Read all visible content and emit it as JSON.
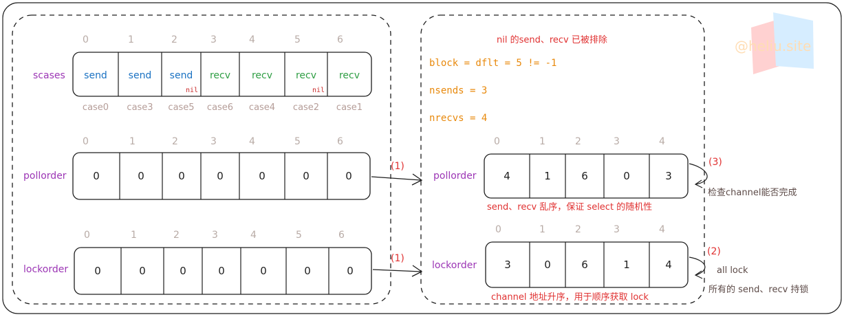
{
  "scases": {
    "label": "scases",
    "indices": [
      "0",
      "1",
      "2",
      "3",
      "4",
      "5",
      "6"
    ],
    "cells": [
      {
        "text": "send",
        "color": "#1971c2",
        "nil": ""
      },
      {
        "text": "send",
        "color": "#1971c2",
        "nil": ""
      },
      {
        "text": "send",
        "color": "#1971c2",
        "nil": "nil"
      },
      {
        "text": "recv",
        "color": "#2f9e44",
        "nil": ""
      },
      {
        "text": "recv",
        "color": "#2f9e44",
        "nil": ""
      },
      {
        "text": "recv",
        "color": "#2f9e44",
        "nil": "nil"
      },
      {
        "text": "recv",
        "color": "#2f9e44",
        "nil": ""
      }
    ],
    "cases": [
      "case0",
      "case3",
      "case5",
      "case6",
      "case4",
      "case2",
      "case1"
    ]
  },
  "pollorder_left": {
    "label": "pollorder",
    "indices": [
      "0",
      "1",
      "2",
      "3",
      "4",
      "5",
      "6"
    ],
    "values": [
      "0",
      "0",
      "0",
      "0",
      "0",
      "0",
      "0"
    ]
  },
  "lockorder_left": {
    "label": "lockorder",
    "indices": [
      "0",
      "1",
      "2",
      "3",
      "4",
      "5",
      "6"
    ],
    "values": [
      "0",
      "0",
      "0",
      "0",
      "0",
      "0",
      "0"
    ]
  },
  "right": {
    "title": "nil 的send、recv 已被排除",
    "block_line": "block = dflt = 5 != -1",
    "nsends_line": "nsends = 3",
    "nrecvs_line": "nrecvs = 4",
    "pollorder": {
      "label": "pollorder",
      "indices": [
        "0",
        "1",
        "2",
        "3",
        "4"
      ],
      "values": [
        "4",
        "1",
        "6",
        "0",
        "3"
      ],
      "caption": "send、recv 乱序，保证 select 的随机性"
    },
    "lockorder": {
      "label": "lockorder",
      "indices": [
        "0",
        "1",
        "2",
        "3",
        "4"
      ],
      "values": [
        "3",
        "0",
        "6",
        "1",
        "4"
      ],
      "caption": "channel 地址升序，用于顺序获取 lock"
    }
  },
  "arrows": {
    "poll_step": "(1)",
    "lock_step": "(1)"
  },
  "annotations": {
    "step3": "(3)",
    "step3_text": "检查channel能否完成",
    "step2": "(2)",
    "step2_text": "all lock",
    "step2_subtext": "所有的 send、recv 持锁"
  },
  "watermark": "@heliu.site",
  "colors": {
    "label_purple": "#9c36b5",
    "send_blue": "#1971c2",
    "recv_green": "#2f9e44",
    "orange": "#e8890c",
    "red": "#e03131",
    "index_gray": "#b8aba6"
  }
}
